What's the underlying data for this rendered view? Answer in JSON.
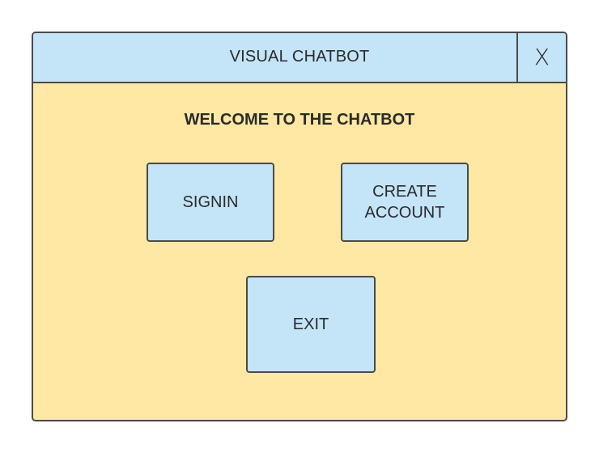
{
  "window": {
    "title": "VISUAL CHATBOT",
    "close_label": "X"
  },
  "main": {
    "welcome_text": "WELCOME TO THE CHATBOT",
    "buttons": {
      "signin": "SIGNIN",
      "create_account": "CREATE\nACCOUNT",
      "exit": "EXIT"
    }
  },
  "colors": {
    "titlebar": "#c4e4f7",
    "background": "#ffe8a3",
    "button": "#c4e4f7",
    "border": "#4a4a4a"
  }
}
